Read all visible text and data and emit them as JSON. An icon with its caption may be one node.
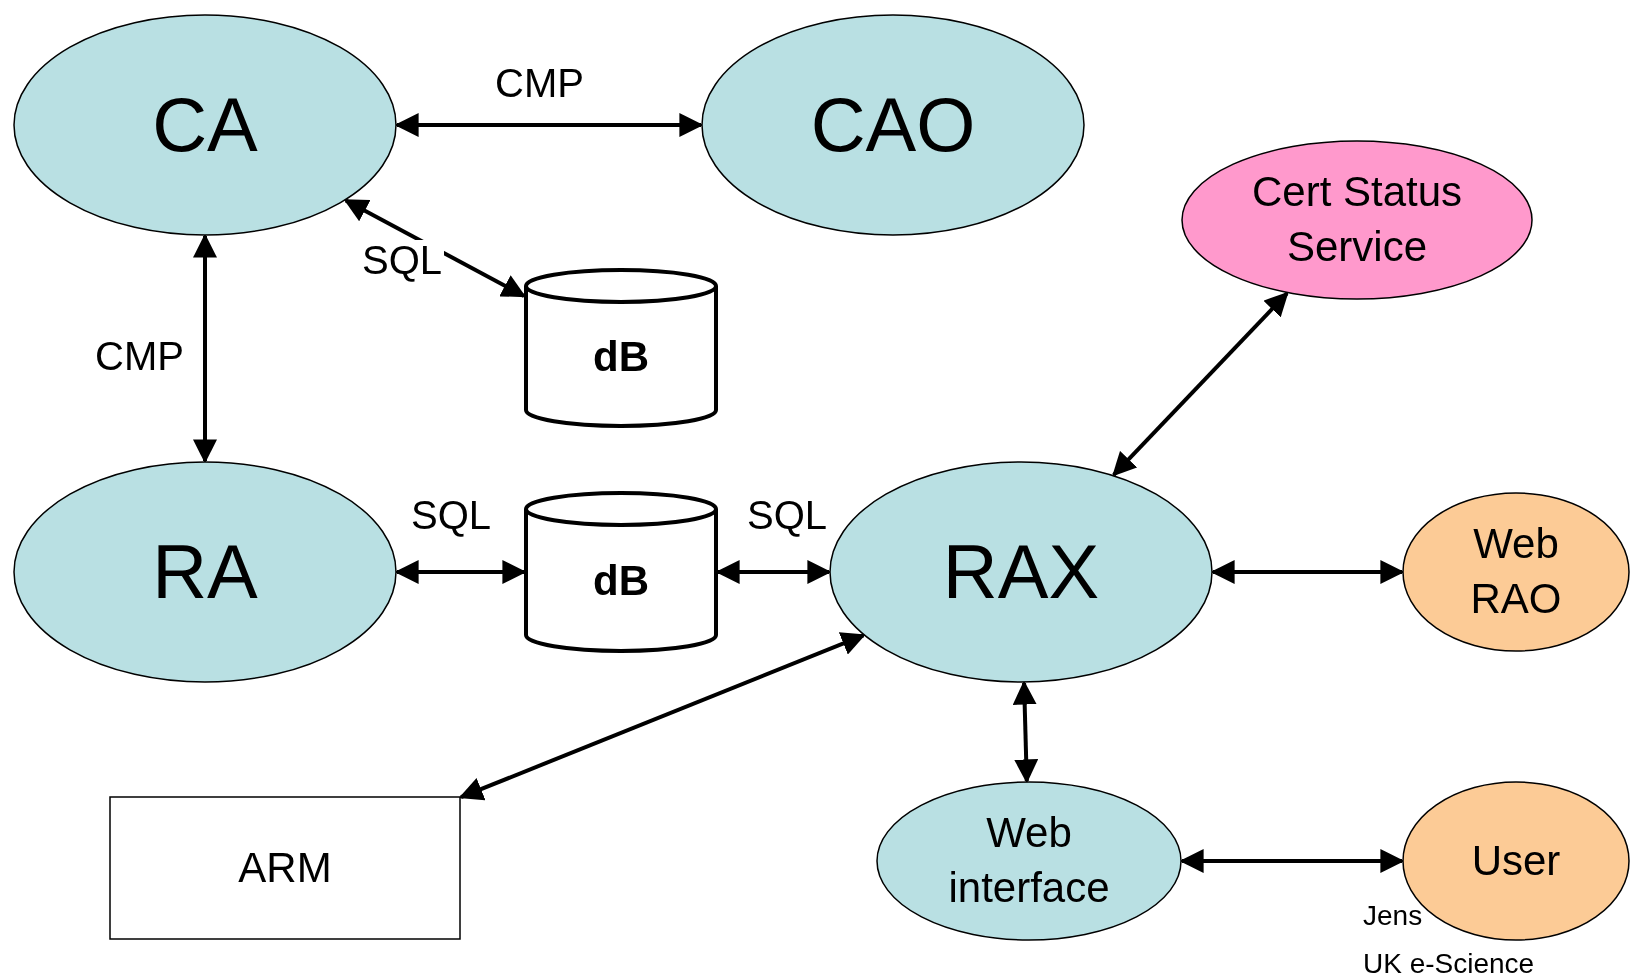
{
  "diagram": {
    "nodes": [
      {
        "text": [
          "CA"
        ]
      },
      {
        "text": [
          "CAO"
        ]
      },
      {
        "text": [
          "Cert Status Service"
        ]
      },
      {
        "text": [
          "dB"
        ]
      },
      {
        "text": [
          "RA"
        ]
      },
      {
        "text": [
          "dB"
        ]
      },
      {
        "text": [
          "RAX"
        ]
      },
      {
        "text": [
          "Web RAO"
        ]
      },
      {
        "text": [
          "ARM"
        ]
      },
      {
        "text": [
          "Web interface"
        ]
      },
      {
        "text": [
          "User"
        ]
      }
    ],
    "edges": [
      {
        "from": 0,
        "to": 1,
        "arrow": "both",
        "label": "CMP"
      },
      {
        "from": 0,
        "to": 3,
        "arrow": "both",
        "label": "SQL"
      },
      {
        "from": 0,
        "to": 4,
        "arrow": "both",
        "label": "CMP"
      },
      {
        "from": 4,
        "to": 5,
        "arrow": "both",
        "label": "SQL"
      },
      {
        "from": 5,
        "to": 6,
        "arrow": "both",
        "label": "SQL"
      },
      {
        "from": 6,
        "to": 2,
        "arrow": "both"
      },
      {
        "from": 6,
        "to": 7,
        "arrow": "both"
      },
      {
        "from": 6,
        "to": 8,
        "arrow": "both"
      },
      {
        "from": 6,
        "to": 9,
        "arrow": "both"
      },
      {
        "from": 9,
        "to": 10,
        "arrow": "both"
      }
    ],
    "labels": [
      "Jens",
      "UK e-Science"
    ]
  }
}
